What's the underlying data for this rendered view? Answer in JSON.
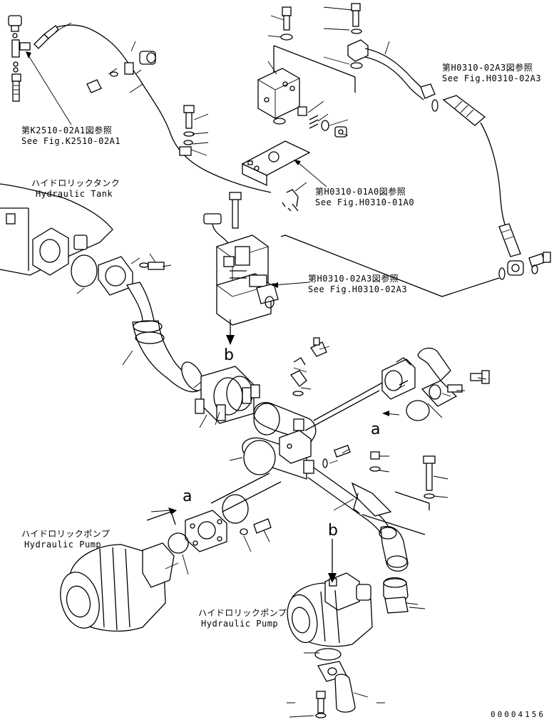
{
  "refs": {
    "k2510": {
      "jp": "第K2510-02A1図参照",
      "en": "See Fig.K2510-02A1"
    },
    "h0310_a3_top": {
      "jp": "第H0310-02A3図参照",
      "en": "See Fig.H0310-02A3"
    },
    "h0310_a0": {
      "jp": "第H0310-01A0図参照",
      "en": "See Fig.H0310-01A0"
    },
    "h0310_a3_mid": {
      "jp": "第H0310-02A3図参照",
      "en": "See Fig.H0310-02A3"
    }
  },
  "components": {
    "hydraulic_tank": {
      "jp": "ハイドロリックタンク",
      "en": "Hydraulic Tank"
    },
    "pump_left": {
      "jp": "ハイドロリックポンプ",
      "en": "Hydraulic Pump"
    },
    "pump_right": {
      "jp": "ハイドロリックポンプ",
      "en": "Hydraulic Pump"
    }
  },
  "markers": {
    "b_top": "b",
    "a_right": "a",
    "a_left": "a",
    "b_bottom": "b"
  },
  "document_number": "00004156"
}
